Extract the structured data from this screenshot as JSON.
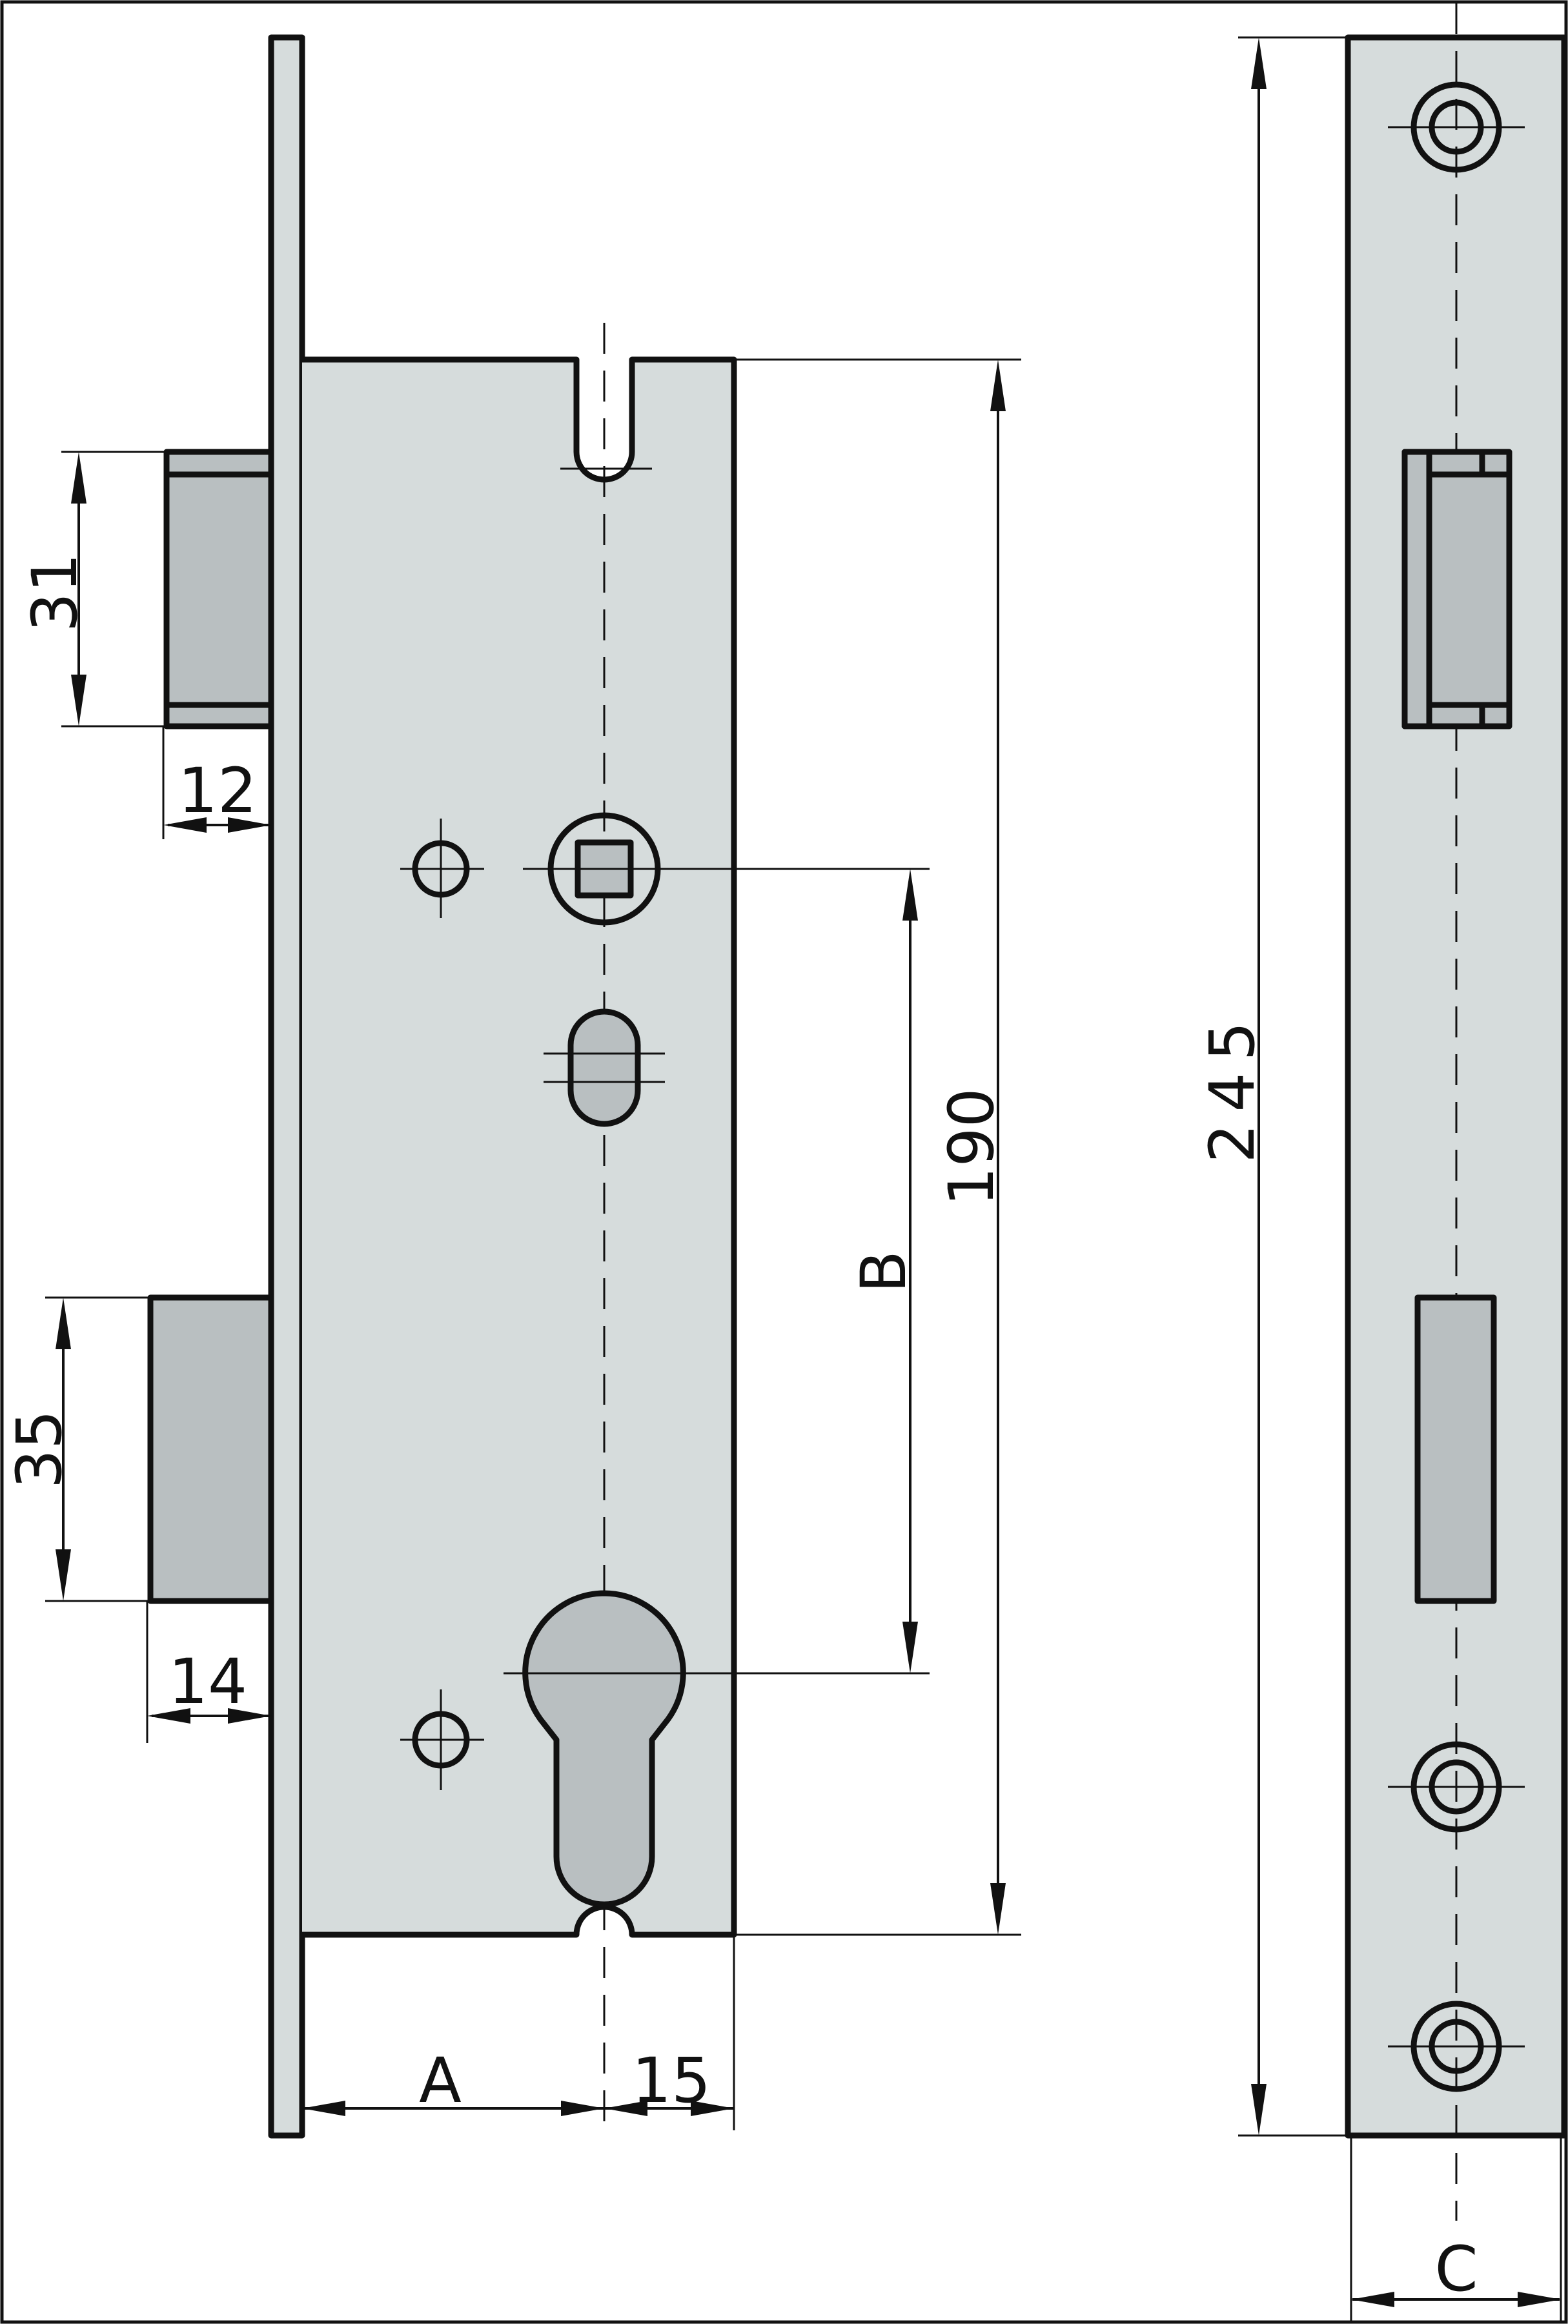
{
  "drawing": {
    "subject": "mortise lock body and faceplate dimension drawing",
    "colors": {
      "line": "#111111",
      "metal": "#d6dcdc",
      "bolt": "#b9bfc1",
      "background": "#ffffff"
    },
    "dimensions": {
      "latch_height": "31",
      "latch_projection": "12",
      "bolt_height": "35",
      "bolt_projection": "14",
      "backset": "A",
      "faceplate_offset": "15",
      "center_distance": "B",
      "case_height": "190",
      "faceplate_length": "245",
      "faceplate_width": "C"
    }
  }
}
